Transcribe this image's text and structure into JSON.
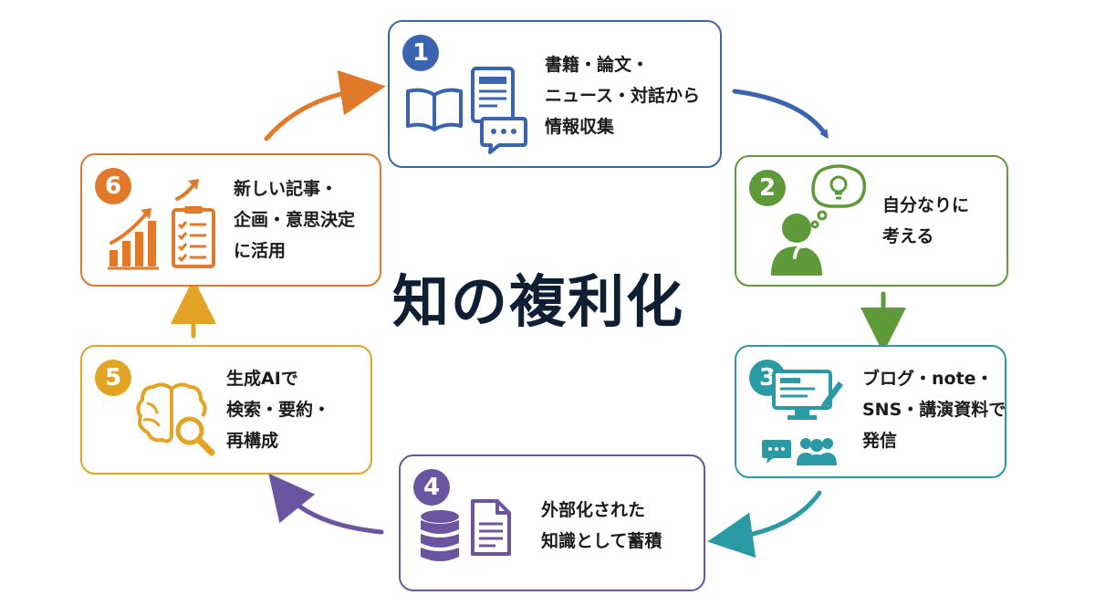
{
  "title": "知の複利化",
  "steps": [
    {
      "num": "1",
      "color": "#3a64b0",
      "lines": [
        "書籍・論文・",
        "ニュース・対話から",
        "情報収集"
      ],
      "icons": [
        "book-icon",
        "document-icon",
        "chat-bubble-icon"
      ]
    },
    {
      "num": "2",
      "color": "#5f9a3a",
      "lines": [
        "自分なりに",
        "考える"
      ],
      "icons": [
        "thinking-person-icon",
        "lightbulb-icon"
      ]
    },
    {
      "num": "3",
      "color": "#2a9aa4",
      "lines": [
        "ブログ・note・",
        "SNS・講演資料で",
        "発信"
      ],
      "icons": [
        "monitor-edit-icon",
        "chat-bubble-icon",
        "audience-icon"
      ]
    },
    {
      "num": "4",
      "color": "#6b55a0",
      "lines": [
        "外部化された",
        "知識として蓄積"
      ],
      "icons": [
        "database-icon",
        "document-icon"
      ]
    },
    {
      "num": "5",
      "color": "#e3a425",
      "lines": [
        "生成AIで",
        "検索・要約・",
        "再構成"
      ],
      "icons": [
        "brain-search-icon"
      ]
    },
    {
      "num": "6",
      "color": "#e07a2a",
      "lines": [
        "新しい記事・",
        "企画・意思決定",
        "に活用"
      ],
      "icons": [
        "growth-chart-icon",
        "checklist-icon"
      ]
    }
  ]
}
